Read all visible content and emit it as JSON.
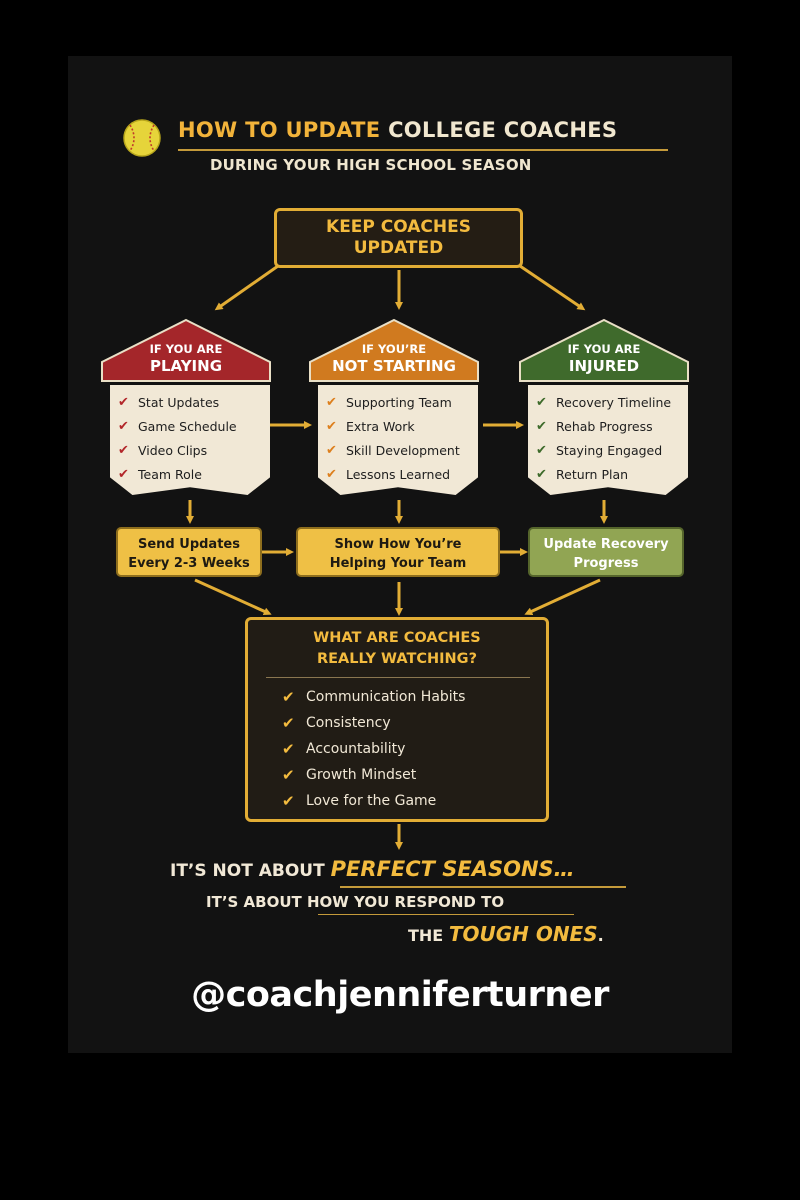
{
  "title": {
    "highlight": "HOW TO UPDATE",
    "rest": "COLLEGE COACHES",
    "subtitle": "DURING YOUR HIGH SCHOOL SEASON"
  },
  "top_box": {
    "line1": "KEEP COACHES",
    "line2": "UPDATED"
  },
  "columns": [
    {
      "header_line1": "IF YOU ARE",
      "header_line2": "PLAYING",
      "color": "#a4262a",
      "items": [
        "Stat Updates",
        "Game Schedule",
        "Video Clips",
        "Team Role"
      ],
      "check_color": "#b2262a",
      "action_line1": "Send Updates",
      "action_line2": "Every 2-3 Weeks"
    },
    {
      "header_line1": "IF YOU’RE",
      "header_line2": "NOT STARTING",
      "color": "#d07a1f",
      "items": [
        "Supporting Team",
        "Extra Work",
        "Skill Development",
        "Lessons Learned"
      ],
      "check_color": "#dd7f1d",
      "action_line1": "Show How You’re",
      "action_line2": "Helping Your Team"
    },
    {
      "header_line1": "IF YOU ARE",
      "header_line2": "INJURED",
      "color": "#3f6a2c",
      "items": [
        "Recovery Timeline",
        "Rehab Progress",
        "Staying Engaged",
        "Return Plan"
      ],
      "check_color": "#3d6a2a",
      "action_line1": "Update Recovery",
      "action_line2": "Progress"
    }
  ],
  "watching": {
    "line1": "WHAT ARE COACHES",
    "line2": "REALLY WATCHING?",
    "items": [
      "Communication Habits",
      "Consistency",
      "Accountability",
      "Growth Mindset",
      "Love for the Game"
    ]
  },
  "closing": {
    "l1_a": "IT’S NOT ABOUT ",
    "l1_em": "PERFECT SEASONS…",
    "l2": "IT’S ABOUT HOW YOU RESPOND TO",
    "l3_a": "THE ",
    "l3_em": "TOUGH ONES",
    "l3_b": "."
  },
  "handle": "@coachjenniferturner",
  "colors": {
    "gold": "#e2ad35",
    "cream": "#f1e8d6",
    "background": "#121212"
  },
  "icons": {
    "ball": "softball-icon",
    "check": "check-icon"
  }
}
